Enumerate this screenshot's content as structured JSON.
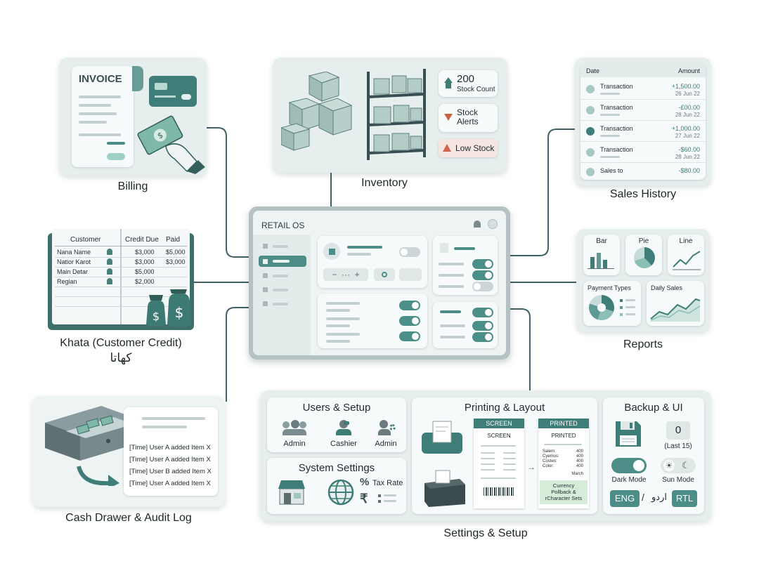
{
  "colors": {
    "accent": "#4d8d88",
    "card": "#e7eeee",
    "line": "#3f6064",
    "alert": "#d0644f"
  },
  "billing": {
    "label": "Billing",
    "invoice_title": "INVOICE"
  },
  "inventory": {
    "label": "Inventory",
    "stock_count": "200",
    "stock_count_label": "Stock Count",
    "stock_alerts": "Stock\nAlerts",
    "low_stock": "Low Stock"
  },
  "sales_history": {
    "label": "Sales History",
    "col_date": "Date",
    "col_amount": "Amount",
    "rows": [
      {
        "name": "Transaction",
        "amount": "+1,500.00",
        "date": "26 Jun 22"
      },
      {
        "name": "Transaction",
        "amount": "-£00.00",
        "date": "28 Jun 22"
      },
      {
        "name": "Transaction",
        "amount": "+1,000.00",
        "date": "27 Jun 22"
      },
      {
        "name": "Transaction",
        "amount": "-$60.00",
        "date": "28 Jun 22"
      },
      {
        "name": "Sales to",
        "amount": "-$80.00",
        "date": ""
      }
    ]
  },
  "khata": {
    "label": "Khata (Customer Credit)",
    "label_urdu": "کھاتا",
    "col_customer": "Customer",
    "col_credit": "Credit Due",
    "col_paid": "Paid",
    "rows": [
      {
        "name": "Nana Name",
        "credit": "$3,000",
        "paid": "$5,000"
      },
      {
        "name": "Natior Karot",
        "credit": "$3,000",
        "paid": "$3,000"
      },
      {
        "name": "Main Detar",
        "credit": "$5,000",
        "paid": ""
      },
      {
        "name": "Regian",
        "credit": "$2,000",
        "paid": ""
      }
    ]
  },
  "retail": {
    "title": "RETAIL OS"
  },
  "reports": {
    "label": "Reports",
    "bar": "Bar",
    "pie": "Pie",
    "line": "Line",
    "payment_types": "Payment Types",
    "daily_sales": "Daily Sales"
  },
  "cash": {
    "label": "Cash Drawer & Audit Log",
    "log": [
      "[Time] User A added Item X",
      "[Time] User A added Item X",
      "[Time] User B added Item X",
      "[Time] User A added Item X"
    ]
  },
  "settings": {
    "label": "Settings & Setup",
    "users": {
      "title": "Users & Setup",
      "roles": [
        "Admin",
        "Cashier",
        "Admin"
      ]
    },
    "system": {
      "title": "System Settings",
      "tax": "Tax Rate",
      "pct": "%",
      "rupee": "₹"
    },
    "printing": {
      "title": "Printing & Layout",
      "screen": "SCREEN",
      "printed": "PRINTED",
      "screen_inner": "SCREEN",
      "printed_inner": "PRINTED",
      "receipt_lines": [
        {
          "k": "Salem:",
          "v": "400"
        },
        {
          "k": "Cyemus:",
          "v": "400"
        },
        {
          "k": "Costen:",
          "v": "400"
        },
        {
          "k": "Color:",
          "v": "400"
        }
      ],
      "march": "March",
      "currency": "Currency\nPollback &\nrCharacter Sets"
    },
    "backup": {
      "title": "Backup & UI",
      "count": "0",
      "last": "(Last 15)",
      "dark": "Dark Mode",
      "sun": "Sun Mode",
      "eng": "ENG",
      "slash": "/",
      "urdu": "اردو",
      "rtl": "RTL"
    }
  }
}
